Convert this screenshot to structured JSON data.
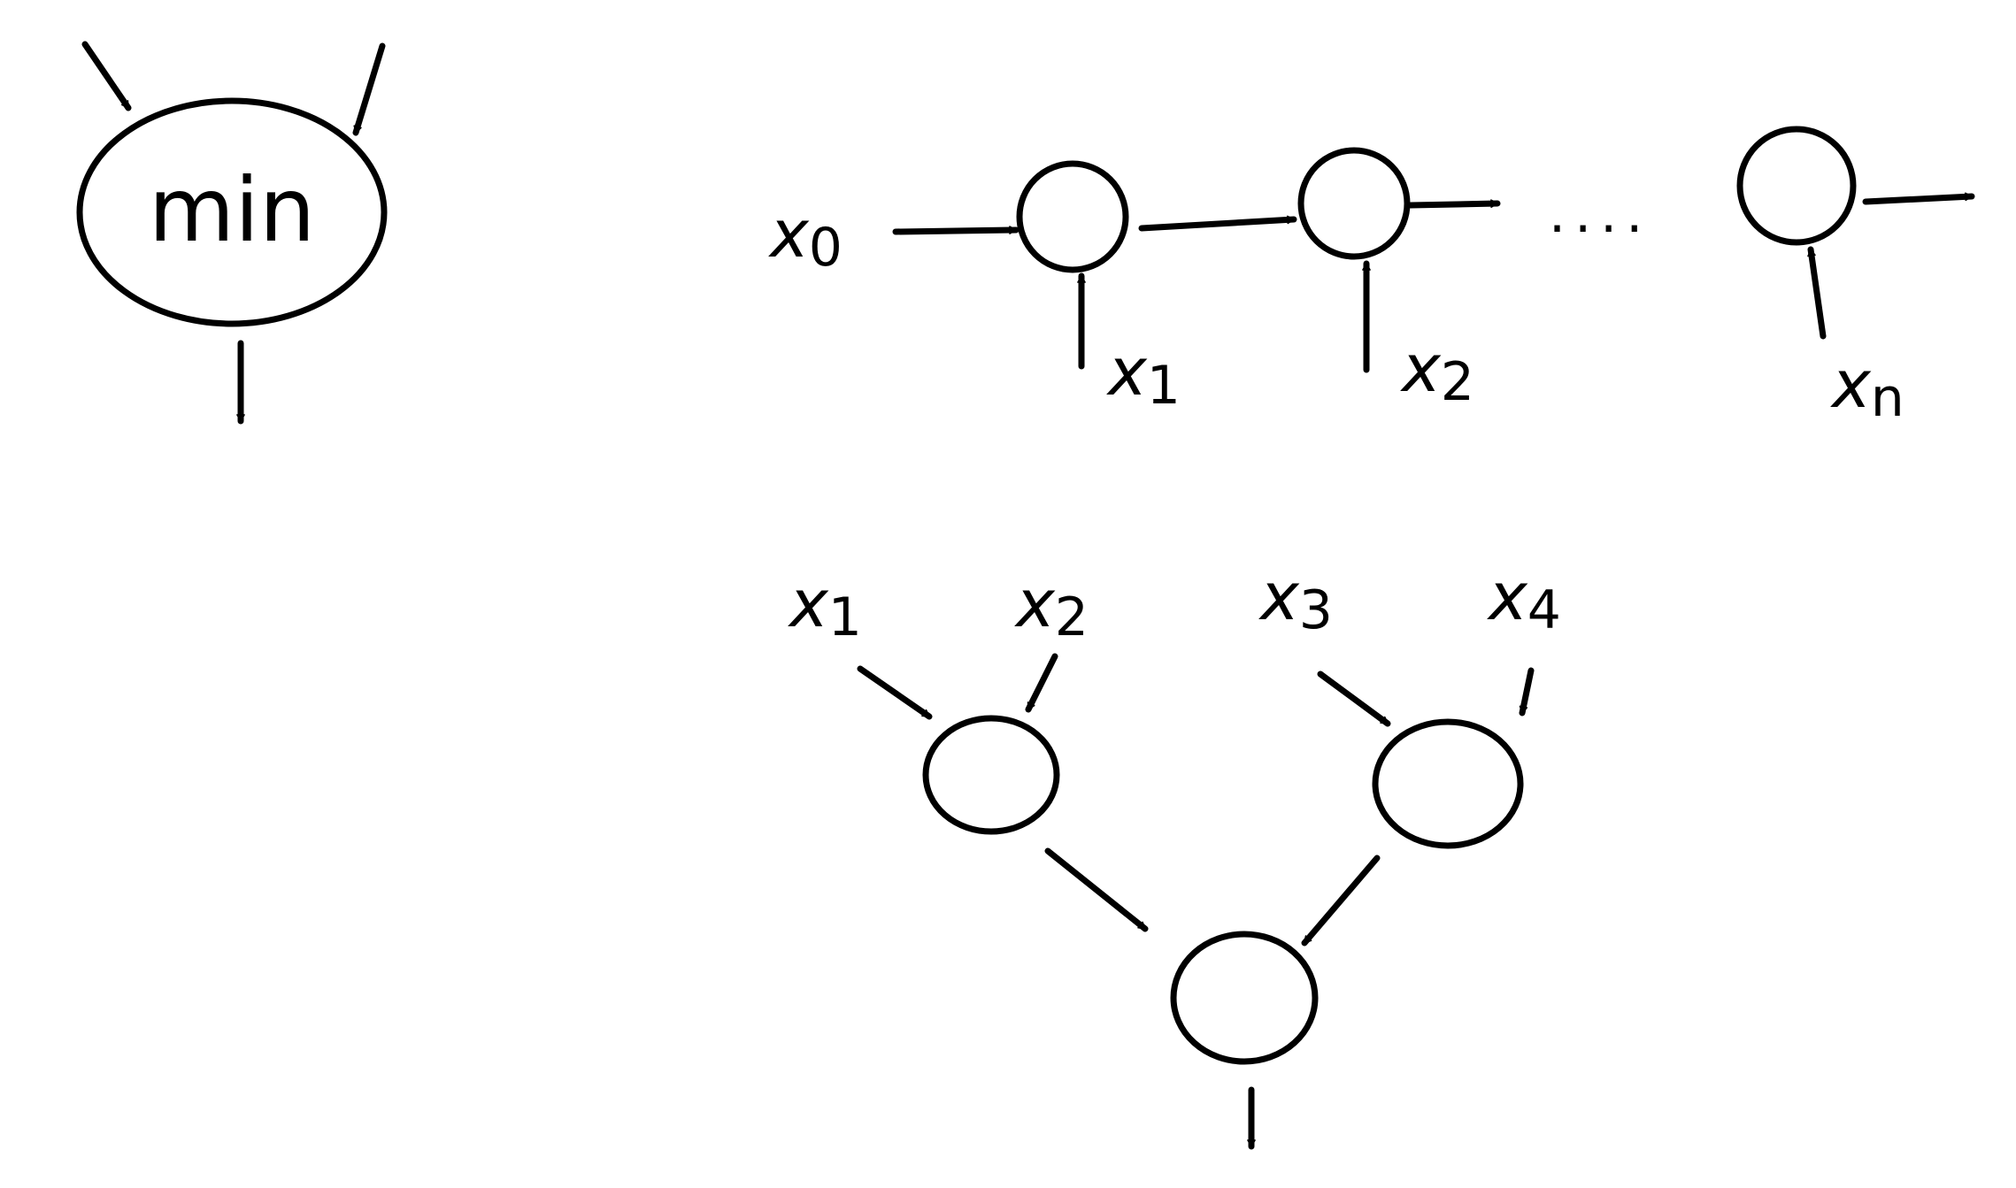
{
  "ink_color": "#000000",
  "background_color": "#ffffff",
  "min_node": {
    "label": "min"
  },
  "chain": {
    "input_label": {
      "base": "x",
      "sub": "0"
    },
    "side_labels": [
      {
        "base": "x",
        "sub": "1"
      },
      {
        "base": "x",
        "sub": "2"
      },
      {
        "base": "x",
        "sub": "n"
      }
    ],
    "ellipsis": "....",
    "node_count": 3
  },
  "tree": {
    "leaf_labels": [
      {
        "base": "x",
        "sub": "1"
      },
      {
        "base": "x",
        "sub": "2"
      },
      {
        "base": "x",
        "sub": "3"
      },
      {
        "base": "x",
        "sub": "4"
      }
    ],
    "node_count": 3
  }
}
